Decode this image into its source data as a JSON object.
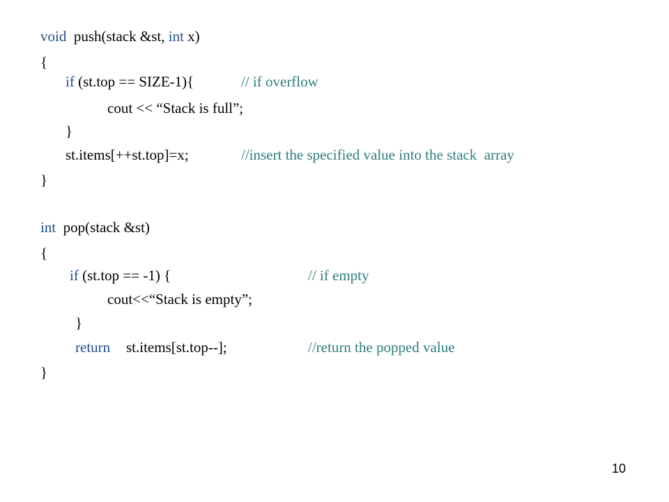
{
  "slide": {
    "page_number": "10",
    "colors": {
      "keyword": "#1f4e8c",
      "comment": "#2e7d7d",
      "text": "#000000",
      "background": "#ffffff"
    }
  },
  "code": {
    "push_sig_kw1": "void",
    "push_sig_text1": "  push(stack &st, ",
    "push_sig_kw2": "int",
    "push_sig_text2": " x)",
    "brace_open_1": "{",
    "push_if_kw": "if",
    "push_if_text": " (st.top == SIZE-1){",
    "push_if_comment": "// if overflow",
    "push_cout": "cout << “Stack is full”;",
    "push_close_if": "}",
    "push_assign": "st.items[++st.top]=x;",
    "push_assign_comment": "//insert the specified value into the stack  array",
    "brace_close_1": "}",
    "pop_sig_kw": "int",
    "pop_sig_text": "  pop(stack &st)",
    "brace_open_2": "{",
    "pop_if_kw": "if",
    "pop_if_text": " (st.top == -1) {",
    "pop_if_comment": "// if empty",
    "pop_cout": "cout<<“Stack is empty”;",
    "pop_close_if": "}",
    "pop_return_kw": "return",
    "pop_return_text": "st.items[st.top--];",
    "pop_return_comment": "//return the popped value",
    "brace_close_2": "}"
  }
}
